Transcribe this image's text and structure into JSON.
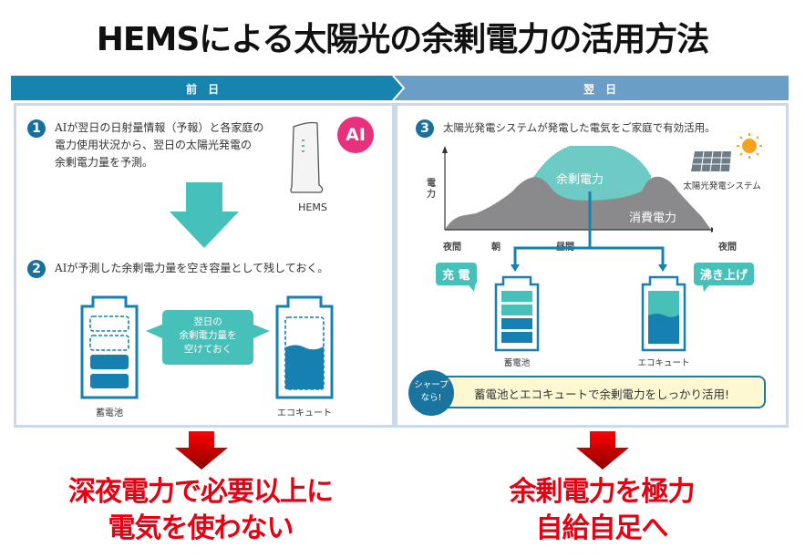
{
  "title": "HEMSによる太陽光の余剰電力の活用方法",
  "banner": {
    "left_label": "前 日",
    "right_label": "翌 日",
    "left_color": "#1784b0",
    "right_color": "#6b9ec6"
  },
  "left_panel": {
    "step1": {
      "number": "1",
      "lines": [
        "AIが翌日の日射量情報（予報）と各家庭の",
        "電力使用状況から、翌日の太陽光発電の",
        "余剰電力量を予測。"
      ]
    },
    "ai_badge": "AI",
    "device_label": "HEMS",
    "step2": {
      "number": "2",
      "text": "AIが予測した余剰電力量を空き容量として残しておく。"
    },
    "bubble_lines": [
      "翌日の",
      "余剰電力量を",
      "空けておく"
    ],
    "battery_label": "蓄電池",
    "ecocute_label": "エコキュート"
  },
  "right_panel": {
    "step3": {
      "number": "3",
      "text": "太陽光発電システムが発電した電気をご家庭で有効活用。"
    },
    "chart": {
      "y_axis_label": "電力",
      "x_labels": [
        "夜間",
        "朝",
        "昼間",
        "夜間"
      ],
      "surplus_label": "余剰電力",
      "consumption_label": "消費電力",
      "solar_label": "太陽光発電システム"
    },
    "charge_label": "充 電",
    "boil_label": "沸き上げ",
    "battery_label": "蓄電池",
    "ecocute_label": "エコキュート",
    "sharp_badge_lines": [
      "シャープ",
      "なら!"
    ],
    "sharp_message": "蓄電池とエコキュートで余剰電力をしっかり活用!"
  },
  "conclusions": {
    "left_lines": [
      "深夜電力で必要以上に",
      "電気を使わない"
    ],
    "right_lines": [
      "余剰電力を極力",
      "自給自足へ"
    ]
  },
  "colors": {
    "teal": "#46c0b9",
    "dark_blue": "#1680b0",
    "gray": "#8a8a8c",
    "sun": "#f5a21e",
    "ai_pink": "#e8317d",
    "red": "#e60012"
  }
}
